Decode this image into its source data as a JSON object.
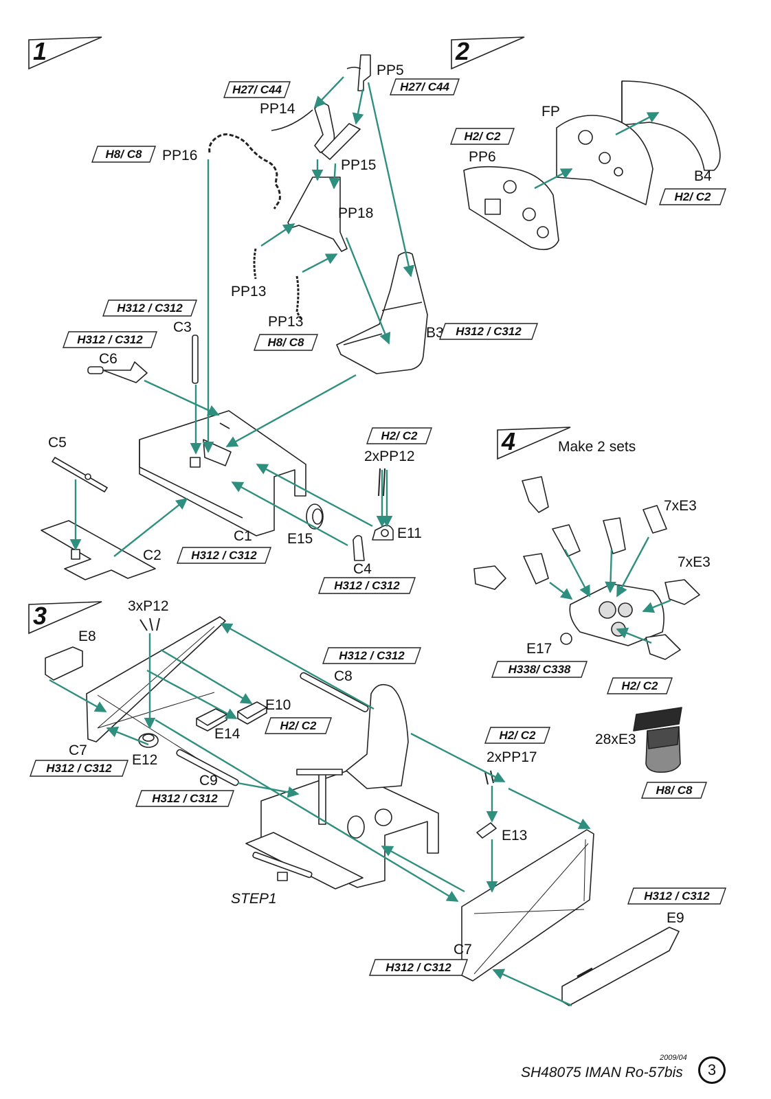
{
  "steps": [
    {
      "number": "1"
    },
    {
      "number": "2"
    },
    {
      "number": "3"
    },
    {
      "number": "4",
      "note": "Make 2 sets"
    }
  ],
  "part_labels": {
    "pp5": "PP5",
    "pp14": "PP14",
    "pp16": "PP16",
    "pp15": "PP15",
    "pp18": "PP18",
    "pp13a": "PP13",
    "pp13b": "PP13",
    "b3": "B3",
    "c3": "C3",
    "c6": "C6",
    "c5": "C5",
    "c1": "C1",
    "c2": "C2",
    "e15": "E15",
    "c4": "C4",
    "pp12": "2xPP12",
    "e11": "E11",
    "fp": "FP",
    "pp6": "PP6",
    "b4": "B4",
    "e3a": "7xE3",
    "e3b": "7xE3",
    "e17": "E17",
    "e3c": "28xE3",
    "p12": "3xP12",
    "e8": "E8",
    "c8": "C8",
    "e10": "E10",
    "e14": "E14",
    "c7a": "C7",
    "e12": "E12",
    "c9": "C9",
    "pp17": "2xPP17",
    "e13": "E13",
    "step1": "STEP1",
    "e9": "E9",
    "c7b": "C7"
  },
  "paint_codes": {
    "pp14": "H27/ C44",
    "pp5": "H27/ C44",
    "pp16": "H8/ C8",
    "pp13": "H8/ C8",
    "c3": "H312 / C312",
    "c6": "H312 / C312",
    "b3": "H312 / C312",
    "c1": "H312 / C312",
    "c4": "H312 / C312",
    "pp12": "H2/ C2",
    "pp6": "H2/ C2",
    "b4": "H2/ C2",
    "e17": "H338/ C338",
    "e3_top": "H2/ C2",
    "e3_bottom": "H8/ C8",
    "c8": "H312 / C312",
    "e10": "H2/ C2",
    "c7a": "H312 / C312",
    "c9": "H312 / C312",
    "pp17": "H2/ C2",
    "e9": "H312 / C312",
    "c7b": "H312 / C312"
  },
  "footer": {
    "date": "2009/04",
    "code": "SH48075 IMAN Ro-57bis",
    "page": "3"
  },
  "colors": {
    "arrow": "#2f8f7f",
    "line": "#222222",
    "part_fill": "#ffffff",
    "dark_part": "#4a4a4a",
    "mid_part": "#8a8a8a"
  }
}
